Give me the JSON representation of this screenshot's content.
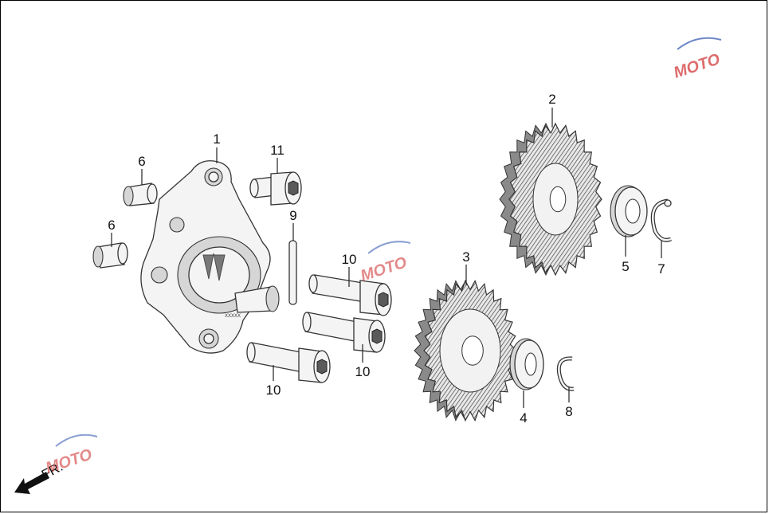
{
  "diagram": {
    "callouts": [
      {
        "id": "1",
        "label": "1"
      },
      {
        "id": "2",
        "label": "2"
      },
      {
        "id": "3",
        "label": "3"
      },
      {
        "id": "4",
        "label": "4"
      },
      {
        "id": "5",
        "label": "5"
      },
      {
        "id": "6a",
        "label": "6"
      },
      {
        "id": "6b",
        "label": "6"
      },
      {
        "id": "7",
        "label": "7"
      },
      {
        "id": "8",
        "label": "8"
      },
      {
        "id": "9",
        "label": "9"
      },
      {
        "id": "10a",
        "label": "10"
      },
      {
        "id": "10b",
        "label": "10"
      },
      {
        "id": "10c",
        "label": "10"
      },
      {
        "id": "11",
        "label": "11"
      }
    ],
    "front_indicator": "FR.",
    "watermark": "MOTO"
  },
  "colors": {
    "line": "#333333",
    "watermark_red": "#d23c3c",
    "watermark_blue": "#3c5fb4"
  }
}
